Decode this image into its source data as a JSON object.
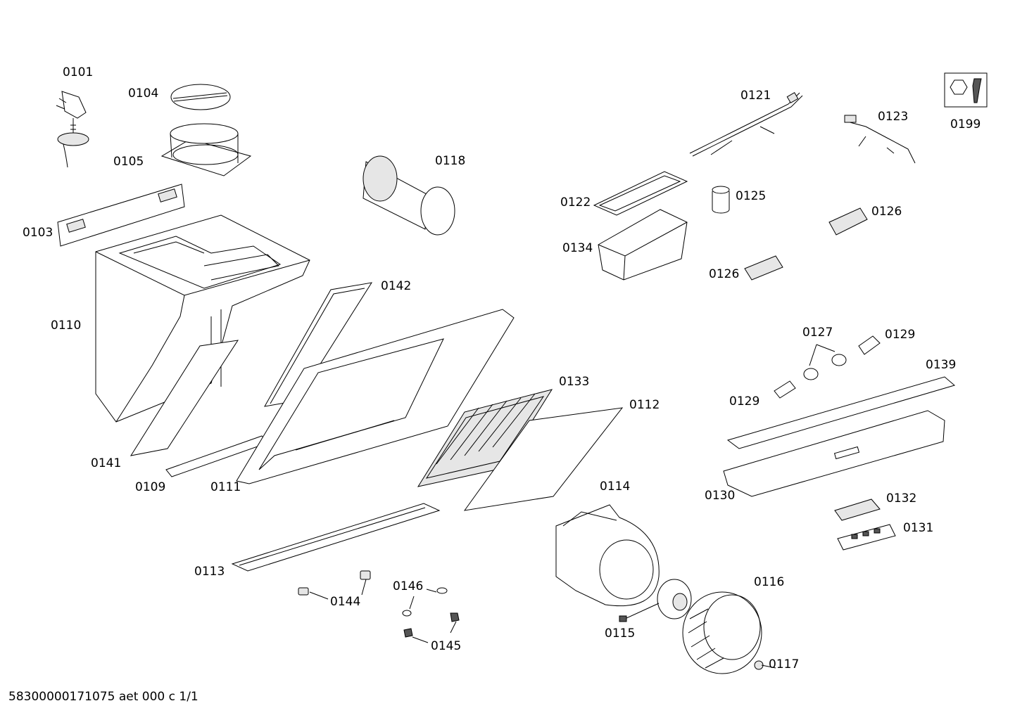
{
  "diagram": {
    "labels": {
      "p0101": "0101",
      "p0104": "0104",
      "p0105": "0105",
      "p0103": "0103",
      "p0110": "0110",
      "p0141": "0141",
      "p0109": "0109",
      "p0111": "0111",
      "p0142": "0142",
      "p0118": "0118",
      "p0121": "0121",
      "p0123": "0123",
      "p0199": "0199",
      "p0122": "0122",
      "p0125": "0125",
      "p0126a": "0126",
      "p0134": "0134",
      "p0126b": "0126",
      "p0127": "0127",
      "p0129a": "0129",
      "p0129b": "0129",
      "p0139": "0139",
      "p0133": "0133",
      "p0112": "0112",
      "p0130": "0130",
      "p0114": "0114",
      "p0132": "0132",
      "p0131": "0131",
      "p0113": "0113",
      "p0144": "0144",
      "p0146": "0146",
      "p0145": "0145",
      "p0116": "0116",
      "p0115": "0115",
      "p0117": "0117"
    },
    "footer": "58300000171075 aet 000 c 1/1",
    "service_icon": "wrench-nut-icon"
  }
}
